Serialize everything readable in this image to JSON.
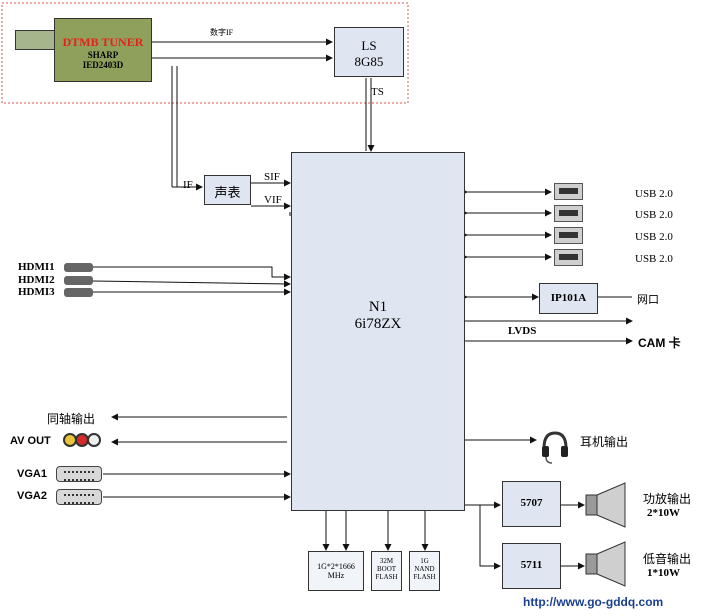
{
  "tuner": {
    "title": "DTMB TUNER",
    "maker": "SHARP",
    "model": "IED2403D"
  },
  "digital_if_label": "数字IF",
  "ls_chip": {
    "line1": "LS",
    "line2": "8G85"
  },
  "ts_label": "TS",
  "if_label": "IF",
  "sound_box": "声表",
  "sif_label": "SIF",
  "vif_label": "VIF",
  "main_chip": {
    "line1": "N1",
    "line2": "6i78ZX"
  },
  "usb_ports": [
    "USB 2.0",
    "USB 2.0",
    "USB 2.0",
    "USB 2.0"
  ],
  "ethernet_chip": "IP101A",
  "ethernet_label": "网口",
  "lvds_label": "LVDS",
  "cam_label": "CAM 卡",
  "hdmi_inputs": [
    "HDMI1",
    "HDMI2",
    "HDMI3"
  ],
  "coax_label": "同轴输出",
  "av_out_label": "AV OUT",
  "headphone_label": "耳机输出",
  "vga_inputs": [
    "VGA1",
    "VGA2"
  ],
  "amp1": {
    "chip": "5707",
    "label": "功放输出",
    "power": "2*10W"
  },
  "amp2": {
    "chip": "5711",
    "label": "低音输出",
    "power": "1*10W"
  },
  "memory": [
    {
      "line1": "1G*2*1666",
      "line2": "MHz",
      "line3": ""
    },
    {
      "line1": "32M",
      "line2": "BOOT",
      "line3": "FLASH"
    },
    {
      "line1": "1G",
      "line2": "NAND",
      "line3": "FLASH"
    }
  ],
  "watermark": "http://www.go-gddq.com",
  "colors": {
    "tuner_title": "#e8201c",
    "tuner_fill": "#8fa05c",
    "frame_border": "#d9534f",
    "box_fill": "#dfe6f1",
    "watermark": "#1b3f8f"
  },
  "icons": [
    "usb-connector-icon",
    "hdmi-connector-icon",
    "rca-connector-icon",
    "vga-connector-icon",
    "headphone-icon",
    "speaker-icon"
  ]
}
